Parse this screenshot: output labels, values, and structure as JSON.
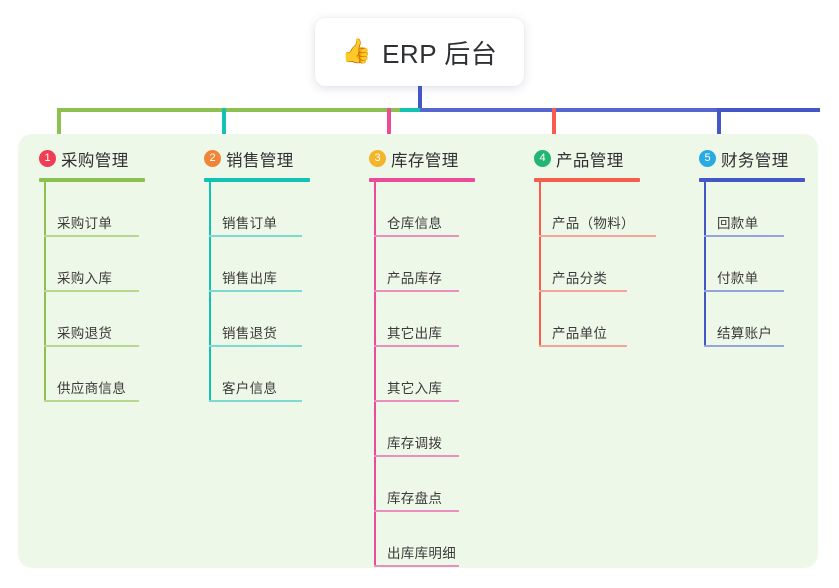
{
  "root": {
    "emoji": "👍",
    "emoji_name": "thumbs-up-icon",
    "title": "ERP 后台"
  },
  "palette": {
    "panel_bg": "#eef8e9",
    "root_connector": "#4457c4",
    "text_dark": "#2f3033",
    "leaf_text": "#3a3a3a"
  },
  "columns": [
    {
      "index": "1",
      "title": "采购管理",
      "badge_color": "#ef3d54",
      "line_color": "#8cc152",
      "leaf_line_color": "#b6d98e",
      "leaf_rule_width": 95,
      "items": [
        {
          "label": "采购订单"
        },
        {
          "label": "采购入库"
        },
        {
          "label": "采购退货"
        },
        {
          "label": "供应商信息"
        }
      ]
    },
    {
      "index": "2",
      "title": "销售管理",
      "badge_color": "#f08437",
      "line_color": "#12c2b4",
      "leaf_line_color": "#7ed9d2",
      "leaf_rule_width": 93,
      "items": [
        {
          "label": "销售订单"
        },
        {
          "label": "销售出库"
        },
        {
          "label": "销售退货"
        },
        {
          "label": "客户信息"
        }
      ]
    },
    {
      "index": "3",
      "title": "库存管理",
      "badge_color": "#f5b52a",
      "line_color": "#ea4c9a",
      "leaf_line_color": "#eb8fbe",
      "leaf_rule_width": 85,
      "items": [
        {
          "label": "仓库信息"
        },
        {
          "label": "产品库存"
        },
        {
          "label": "其它出库"
        },
        {
          "label": "其它入库"
        },
        {
          "label": "库存调拨"
        },
        {
          "label": "库存盘点"
        },
        {
          "label": "出库库明细"
        }
      ]
    },
    {
      "index": "4",
      "title": "产品管理",
      "badge_color": "#22b573",
      "line_color": "#f75c4c",
      "leaf_line_color": "#f3a49b",
      "leaf_rule_width": 88,
      "items": [
        {
          "label": "产品（物料）",
          "rule_width": 117
        },
        {
          "label": "产品分类"
        },
        {
          "label": "产品单位"
        }
      ]
    },
    {
      "index": "5",
      "title": "财务管理",
      "badge_color": "#29abe2",
      "line_color": "#4457c4",
      "leaf_line_color": "#93a5dc",
      "leaf_rule_width": 80,
      "items": [
        {
          "label": "回款单"
        },
        {
          "label": "付款单"
        },
        {
          "label": "结算账户"
        }
      ]
    }
  ]
}
